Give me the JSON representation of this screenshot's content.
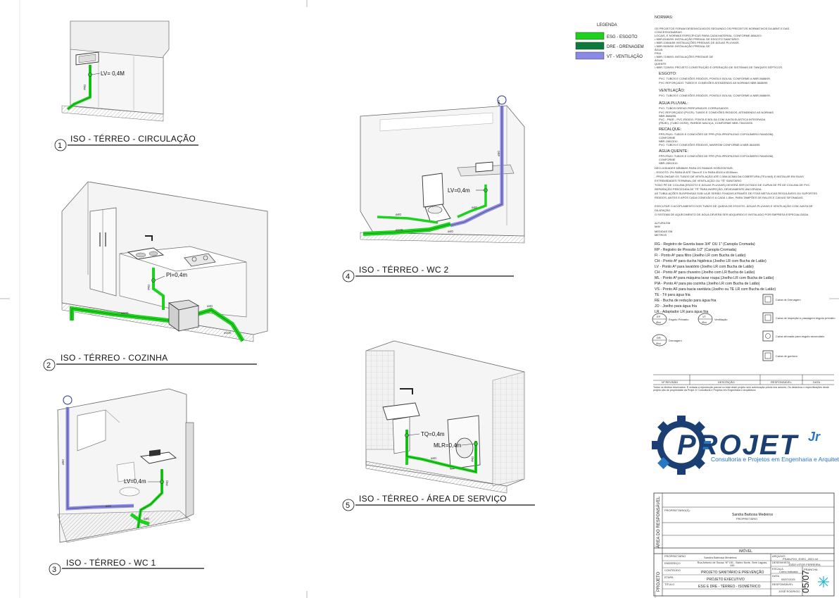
{
  "views": [
    {
      "number": "1",
      "title": "ISO - TÉRREO - CIRCULAÇÃO",
      "labels": [
        "LV= 0,4M",
        "ø40"
      ]
    },
    {
      "number": "2",
      "title": "ISO - TÉRREO - COZINHA",
      "labels": [
        "PI=0,4m",
        "ø40",
        "ø40",
        "ø100",
        "ø100"
      ]
    },
    {
      "number": "3",
      "title": "ISO - TÉRREO - WC 1",
      "labels": [
        "LV=0,4m",
        "ø40",
        "ø40",
        "ø50",
        "ø40"
      ]
    },
    {
      "number": "4",
      "title": "ISO - TÉRREO - WC 2",
      "labels": [
        "LV=0,4m",
        "ø40",
        "ø40",
        "ø100",
        "ø50",
        "ø40",
        "ø50"
      ]
    },
    {
      "number": "5",
      "title": "ISO - TÉRREO - ÁREA DE SERVIÇO",
      "labels": [
        "TQ=0,4m",
        "MLR=0,4m",
        "ø40",
        "ø40"
      ]
    }
  ],
  "legend": {
    "title": "LEGENDA",
    "items": [
      {
        "label": "ESG - ESGOTO",
        "color": "#1fd11f"
      },
      {
        "label": "DRE - DRENAGEM",
        "color": "#0b7a3c"
      },
      {
        "label": "VT - VENTILAÇÃO",
        "color": "#8a8ae6"
      }
    ]
  },
  "notes": {
    "title": "NORMAS:",
    "lines": [
      "OS PROJETOS FORAM DESENVOLVIDOS SEGUINDO OS PRECEITOS NORMATIVOS DA ABNT E DAS",
      "CONCESSIONÁRIAS",
      "LOCAIS, E NORMAS ESPECÍFICAS PARA CADA MATERIAL, CONFORME ABAIXO:",
      "• NBR-8160/99: INSTALAÇÃO PREDIAL DE ESGOTO SANITÁRIO.",
      "• NBR-10844/89: INSTALAÇÕES PREDIAIS DE ÁGUAS PLUVIAIS.",
      "• NBR-5626/98: INSTALAÇÃO PREDIAL DE",
      "ÁGUA",
      "FRIA",
      "• NBR-7198/93: INSTALAÇÕES PREDIAIS DE",
      "ÁGUA",
      "QUENTE",
      "• NBR-7229/93: PROJETO CONSTRUÇÃO E OPERAÇÃO DE SISTEMAS DE TANQUES SÉPTICOS."
    ],
    "sections": [
      {
        "head": "ESGOTO:",
        "lines": [
          "PVC: TUBOS E CONEXÕES RÍGIDOS, PONTA E BOLSA, CONFORME A NBR-5688/99.",
          "PVC REFORÇADO: TUBOS E CONEXÕES ATENDENDO AS NORMAS NBR-5688/99."
        ]
      },
      {
        "head": "VENTILAÇÃO:",
        "lines": [
          "PVC: TUBOS E CONEXÕES RÍGIDOS, PONTA E BOLSA, CONFORME A NBR-5688/99."
        ]
      },
      {
        "head": "ÁGUA PLUVIAL:",
        "lines": [
          "PVC: TUBOS DRENO PERFURADOS CORRUGADOS",
          "PVC REFORÇADO (PVCR): TUBOS E CONEXÕES RÍGIDOS, ATENDENDO AS NORMAS",
          "NBR-5688/99.",
          "PVC - PBJE - PVC-RÍGIDO, PONTA E BOLSA COM JUNTA ELÁSTICA INTEGRADA",
          "(PBJEI), (TUBO OCRE), PAREDE MACIÇA, CONFORME NBR-7362/2005."
        ]
      },
      {
        "head": "RECALQUE:",
        "lines": [
          "PPR-PN20: TUBOS E CONEXÕES DE PPR (POLIPROPILENO COPOLÍMERO RANDOM)",
          "CONFORME",
          "NBR-15813/10.",
          "PVC: TUBOS E CONEXÕES RÍGIDOS, MARROM CONFORME A NBR-5648/99."
        ]
      },
      {
        "head": "ÁGUA QUENTE:",
        "lines": [
          "PPR-PN20: TUBOS E CONEXÕES DE PPR (POLIPROPILENO COPOLÍMERO RANDOM)",
          "CONFORME",
          "NBR-15813/10."
        ]
      },
      {
        "head": "DECLIVIDADES MÍNIMAS PARA OS RAMAIS HORIZONTAIS:",
        "lines": [
          "- ESGOTO: 2% PARA Ø ATÉ 75mm E 1% PARA Ø100 e Ø150mm.",
          "- PROLONGAR OS TUBOS DE VENTILAÇÃO ATÉ 0,30M ACIMA DA COBERTURA (TELHAS) E INSTALAR EM SUAS",
          "EXTREMIDADES TERMINAL DE VENTILAÇÃO OU 'TÊ' SANITÁRIO.",
          "TODO PÉ DE COLUNA (ESGOTO E ÁGUAS PLUVIAIS) DEVERÁ SER DOTADO DE CURVA DE PÉ DE COLUNA DE PVC.",
          "REPARAÇÃO PRECEDIDA DE 'TÊ' PARA INSPEÇÃO, DEVIDAMENTE ANCORADA.",
          "AS TUBULAÇÕES SUSPENSAS SOB LAJE SERÃO FIXADAS ATRAVÉS DE FITAS METÁLICAS REGULÁVEIS OU SUPORTES",
          "RÍGIDOS, ANTES E APÓS CADA CONEXÃO E A CADA 1,50m. PARA TAMPÕES DE RALOS E CAIXAS SIFONADAS.",
          "EXECUTAR O ACOPLAMENTO DOS TUBOS DE QUEDA DE ESGOTO, ÁGUAS PLUVIAIS E VENTILAÇÃO COM JUNTA DE",
          "DILATAÇÃO.",
          "O SISTEMA DE AQUECIMENTO DE ÁGUA DEVERÁ SER ADQUIRIDO E INSTALADO POR EMPRESA ESPECIALIZADA."
        ]
      },
      {
        "head": "ALTURA EM",
        "lines": [
          "M/M",
          "MEDIDAS EM",
          "METROS"
        ]
      }
    ],
    "codes": [
      "RG - Registro de Gaveta base 3/4\" OU 1\" (Canopla Cromada)",
      "RP - Registro de Pressão 1/2\" (Canopla Cromada)",
      "FI - Ponto Aº para filtro (Joelho LR com Bucha de Latão)",
      "CH - Ponto Aº para ducha higiênica (Joelho LR com Bucha de Latão)",
      "LV - Ponto Aº para lavatório (Joelho LR com Bucha de Latão)",
      "CH - Ponto Aº para chuveiro (Joelho com LR Bucha de Latão)",
      "ML - Ponto Aº para máquina lavar roupa (Joelho LR com Bucha de Latão)",
      "PIA - Ponto Aº para pia cozinha (Joelho LR com Bucha de Latão)",
      "VS - Ponto AF para bacia sanitária (Joelho ou TE LR com Bucha de Latão)",
      "TE - Tê para água fria",
      "RE - Bucha de redução para água fria",
      "JO - Joelho para água fria",
      "LR - Adaptador LR para água fria"
    ]
  },
  "symbols": [
    {
      "tag": "EP",
      "sub": "Øxx",
      "label": "Esgoto Primário"
    },
    {
      "tag": "VT",
      "sub": "Øxx",
      "label": "Ventilação"
    },
    {
      "tag": "DR",
      "sub": "Øxx",
      "label": "Drenagem"
    }
  ],
  "boxes": [
    "Caixa de Drenagem",
    "Caixa de inspeção e passagem esgoto primário",
    "Caixa sifonada para esgoto secundário",
    "Caixa de gordura"
  ],
  "revision": {
    "headers": [
      "Nº REVISÃO",
      "DESCRIÇÃO",
      "RESPONSÁVEL",
      "DATA"
    ],
    "disclaimer": "Todos os direitos reservados. É vedada a reprodução parcial ou total deste projeto sem autorização prévia dos autores. Os desenhos e especificações deste projeto são de propriedade da Projet Jr Consultoria e Projetos em Engenharia e Arquitetura."
  },
  "logo": {
    "main": "PROJET",
    "suffix": "Jr",
    "subtitle": "Consultoria e Projetos em Engenharia e Arquitetura"
  },
  "title_block": {
    "left_vertical_1": "ÁREA DO RESPONSÁVEL",
    "left_vertical_2": "PROJETO",
    "owner_label": "PROPRIETÁRIO(S):",
    "owner_name": "Sandra Barbosa Medeiros",
    "owner_sub": "PROPRIETÁRIO",
    "imovel": "IMÓVEL",
    "rows": [
      {
        "label": "PROPRIETÁRIO",
        "value": "Sandra Barbosa Medeiros"
      },
      {
        "label": "ENDEREÇO",
        "value": "Rua Antonio de Sousa, Nº 151 - Bairro Norte, Sete Lagoas, MG"
      },
      {
        "label": "CONTEÚDO",
        "value": "PROJETO SANITÁRIO E PREVENÇÃO"
      },
      {
        "label": "ETAPA",
        "value": "PROJETO EXECUTIVO"
      },
      {
        "label": "TÍTULO",
        "value": "ESG E DRE - TÉRREO - ISOMÉTRICO"
      }
    ],
    "right_rows": [
      {
        "label": "ARQUIVO",
        "value": "PSAN-PXX_EXEC_2021.rvt"
      },
      {
        "label": "DESENHISTA",
        "value": "JOÃO VITOR FERREIRA"
      },
      {
        "label": "ESCALA",
        "value": "Como indicado"
      },
      {
        "label": "DATA",
        "value": "05/07/2021"
      },
      {
        "label": "RESPONSÁVEL",
        "value": "JOSÉ RODRIGO"
      }
    ],
    "sheet_label": "PRANCHA",
    "sheet": "05/07"
  }
}
